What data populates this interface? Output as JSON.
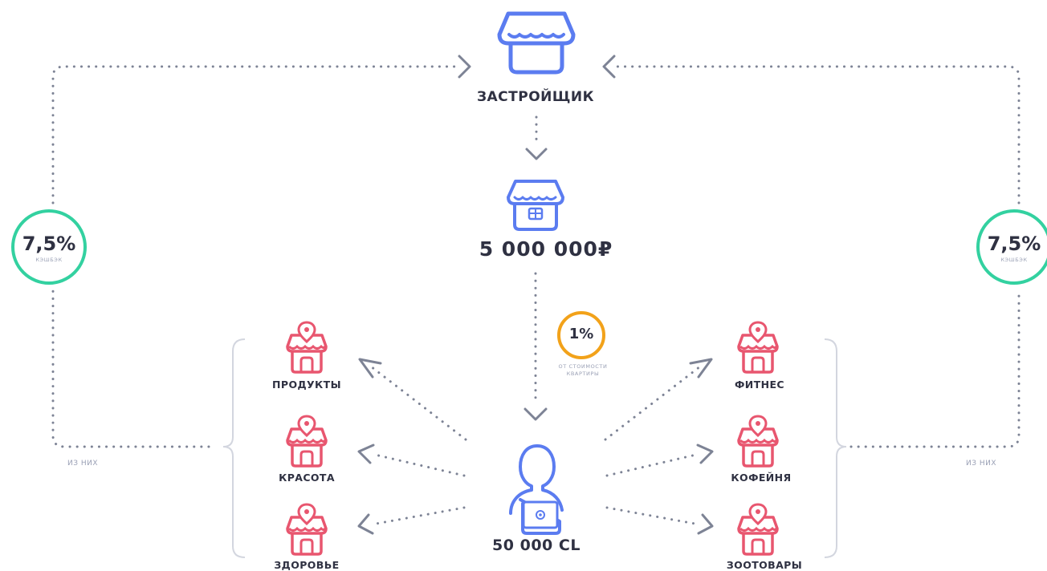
{
  "top_node": {
    "label": "ЗАСТРОЙЩИК"
  },
  "price_node": {
    "label": "5 000 000₽"
  },
  "percent_badge": {
    "value": "1%",
    "caption_line1": "ОТ СТОИМОСТИ",
    "caption_line2": "КВАРТИРЫ"
  },
  "user_node": {
    "label": "50 000 CL"
  },
  "cashback_left": {
    "value": "7,5%",
    "caption": "КЭШБЭК"
  },
  "cashback_right": {
    "value": "7,5%",
    "caption": "КЭШБЭК"
  },
  "from_them_left": "ИЗ НИХ",
  "from_them_right": "ИЗ НИХ",
  "categories_left": [
    "ПРОДУКТЫ",
    "КРАСОТА",
    "ЗДОРОВЬЕ"
  ],
  "categories_right": [
    "ФИТНЕС",
    "КОФЕЙНЯ",
    "ЗООТОВАРЫ"
  ],
  "colors": {
    "blue": "#5b7cf0",
    "pink": "#e8566f",
    "green": "#33d1a0",
    "orange": "#f2a21a",
    "dots": "#7d8395"
  }
}
